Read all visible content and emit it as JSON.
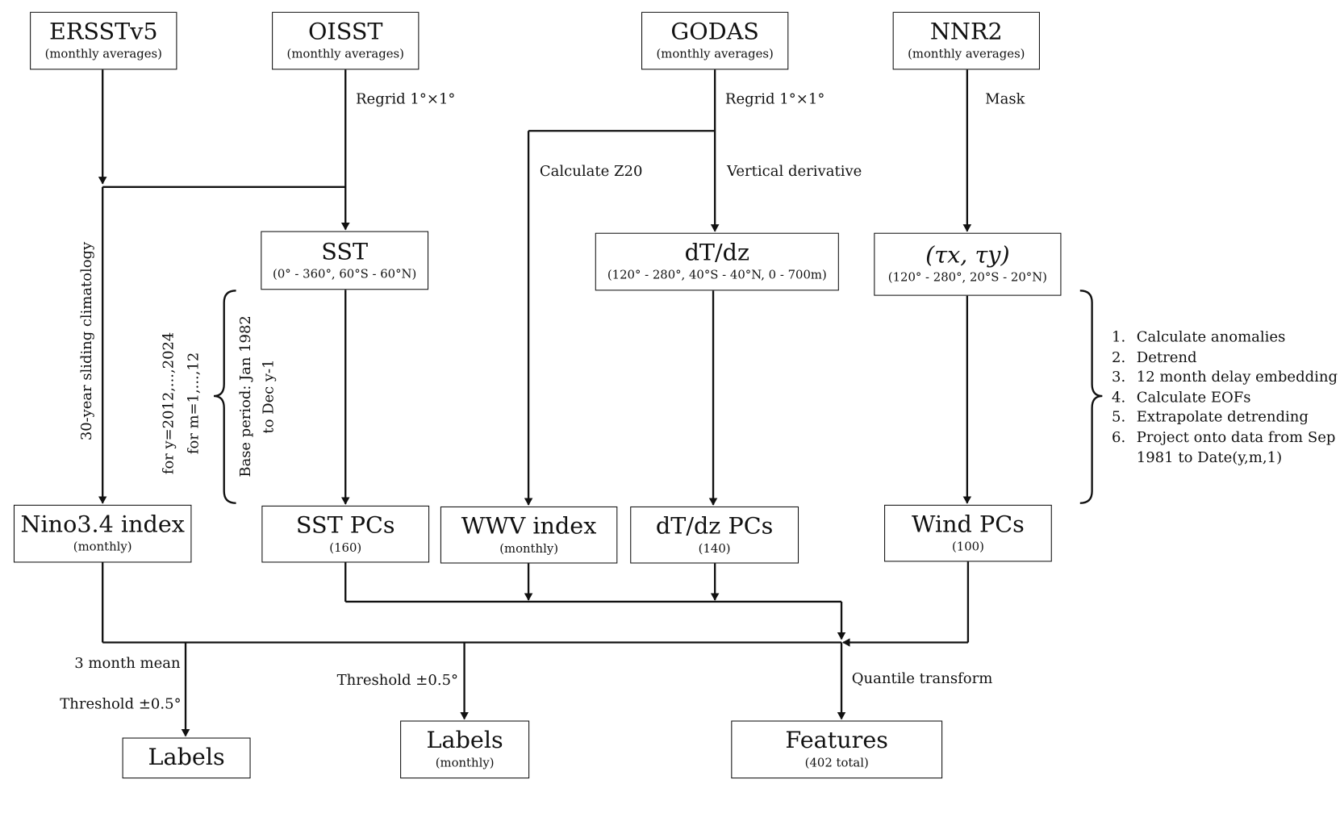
{
  "sources": [
    {
      "title": "ERSSTv5",
      "sub": "(monthly averages)"
    },
    {
      "title": "OISST",
      "sub": "(monthly averages)"
    },
    {
      "title": "GODAS",
      "sub": "(monthly averages)"
    },
    {
      "title": "NNR2",
      "sub": "(monthly averages)"
    }
  ],
  "fields": {
    "sst": {
      "title": "SST",
      "sub": "(0° - 360°, 60°S - 60°N)"
    },
    "dtdz": {
      "title": "dT/dz",
      "sub": "(120° - 280°, 40°S - 40°N, 0 - 700m)"
    },
    "wind": {
      "title": "(τx, τy)",
      "sub": "(120° - 280°, 20°S - 20°N)"
    }
  },
  "mids": [
    {
      "title": "Nino3.4 index",
      "sub": "(monthly)"
    },
    {
      "title": "SST PCs",
      "sub": "(160)"
    },
    {
      "title": "WWV index",
      "sub": "(monthly)"
    },
    {
      "title": "dT/dz PCs",
      "sub": "(140)"
    },
    {
      "title": "Wind PCs",
      "sub": "(100)"
    }
  ],
  "outputs": [
    {
      "title": "Labels",
      "sub": ""
    },
    {
      "title": "Labels",
      "sub": "(monthly)"
    },
    {
      "title": "Features",
      "sub": "(402 total)"
    }
  ],
  "edge_labels": {
    "regrid_oisst": "Regrid 1°×1°",
    "regrid_godas": "Regrid 1°×1°",
    "mask": "Mask",
    "calc_z20": "Calculate Z20",
    "vertical_derivative": "Vertical derivative",
    "sliding_climatology": "30-year sliding climatology",
    "loop_years": "for y=2012,...,2024",
    "loop_months": "for m=1,...,12",
    "base_period_1": "Base period: Jan 1982",
    "base_period_2": "to Dec y-1",
    "three_month_mean": "3 month mean",
    "threshold_a": "Threshold ±0.5°",
    "threshold_b": "Threshold ±0.5°",
    "quantile": "Quantile transform"
  },
  "steps": [
    {
      "n": "1.",
      "text": "Calculate anomalies"
    },
    {
      "n": "2.",
      "text": "Detrend"
    },
    {
      "n": "3.",
      "text": "12 month delay embedding"
    },
    {
      "n": "4.",
      "text": "Calculate EOFs"
    },
    {
      "n": "5.",
      "text": "Extrapolate detrending"
    },
    {
      "n": "6.",
      "text": "Project onto data from Sep"
    },
    {
      "n": "",
      "text": "1981 to Date(y,m,1)"
    }
  ]
}
